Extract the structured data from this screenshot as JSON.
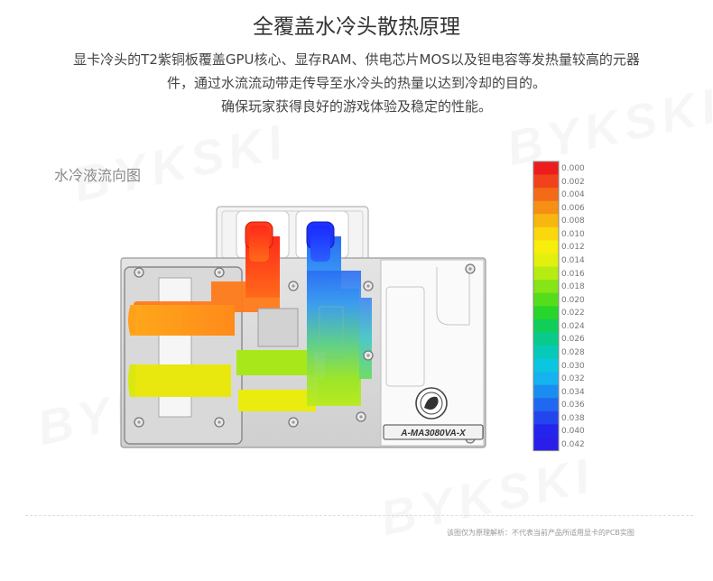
{
  "header": {
    "title": "全覆盖水冷头散热原理",
    "desc_line1": "显卡冷头的T2紫铜板覆盖GPU核心、显存RAM、供电芯片MOS以及钽电容等发热量较高的元器",
    "desc_line2": "件，通过水流流动带走传导至水冷头的热量以达到冷却的目的。",
    "desc_line3": "确保玩家获得良好的游戏体验及稳定的性能。"
  },
  "section_label": "水冷液流向图",
  "legend": {
    "values": [
      "0.000",
      "0.002",
      "0.004",
      "0.006",
      "0.008",
      "0.010",
      "0.012",
      "0.014",
      "0.016",
      "0.018",
      "0.020",
      "0.022",
      "0.024",
      "0.026",
      "0.028",
      "0.030",
      "0.032",
      "0.034",
      "0.036",
      "0.038",
      "0.040",
      "0.042"
    ],
    "colors": [
      "#ee1d1d",
      "#f1431b",
      "#f36a17",
      "#f69014",
      "#f8b611",
      "#f9d80d",
      "#f7ee0c",
      "#e2f00e",
      "#b7ec12",
      "#86e516",
      "#55dd1c",
      "#28d52b",
      "#10ce59",
      "#08cb8b",
      "#06c9b8",
      "#0bc6df",
      "#15b2f0",
      "#1c8df0",
      "#2068ef",
      "#2345ee",
      "#2424ec",
      "#2a1ee8"
    ]
  },
  "plate_text": "A-MA3080VA-X",
  "footnote": "该图仅为原理解析：不代表当前产品所适用显卡的PCB实图",
  "colors": {
    "inlet": "#ff3c1e",
    "outlet": "#1e3cff",
    "plate": "#d8d8d8",
    "frame": "#c8c8c8"
  }
}
